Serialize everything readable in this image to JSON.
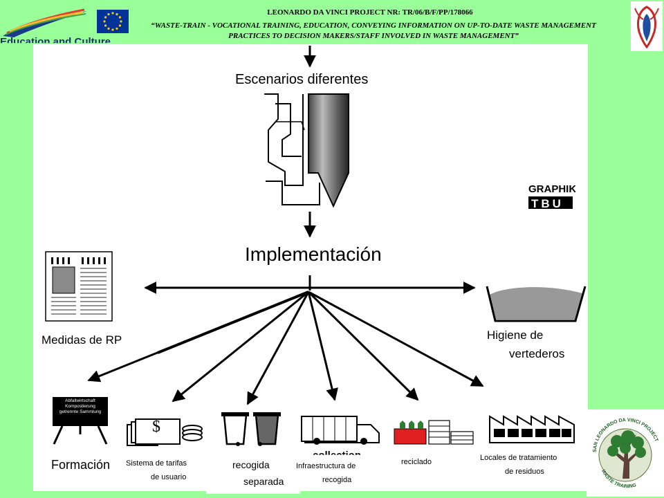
{
  "header": {
    "line1": "LEONARDO DA VINCI PROJECT NR: TR/06/B/F/PP/178066",
    "line2": "“WASTE-TRAIN - VOCATIONAL TRAINING, EDUCATION, CONVEYING INFORMATION ON UP-TO-DATE WASTE MANAGEMENT PRACTICES TO DECISION MAKERS/STAFF INVOLVED IN WASTE MANAGEMENT”",
    "eu_programme": "Education and Culture"
  },
  "diagram": {
    "scenarios": "Escenarios diferentes",
    "implementation": "Implementación",
    "left_item": "Medidas de RP",
    "right_item_line1": "Higiene de",
    "right_item_line2": "vertederos",
    "bottom_items": {
      "formacion": "Formación",
      "tarifas_line1": "Sistema de tarifas",
      "tarifas_line2": "de usuario",
      "recogida_line1": "recogida",
      "recogida_line2": "separada",
      "collection": "collection",
      "infra_line1": "Infraestructura de",
      "infra_line2": "recogida",
      "reciclado": "reciclado",
      "locales_line1": "Locales de tratamiento",
      "locales_line2": "de residuos"
    }
  },
  "blackboard": {
    "line1": "Abfallwirtschaft",
    "line2": "Kompostierung",
    "line3": "getrennte Sammlung"
  },
  "logos": {
    "graphik_top": "GRAPHIK",
    "graphik_bottom": "TBU",
    "dollar": "$",
    "sanleo_top": "SAN LEONARDO DA VINCI PROJECT",
    "sanleo_bottom": "WASTE TRAINING"
  },
  "colors": {
    "background": "#99ff99",
    "eu_blue": "#003399",
    "eu_star": "#ffcc00",
    "recycle_red": "#e02020",
    "tree_green": "#2e7d32"
  }
}
